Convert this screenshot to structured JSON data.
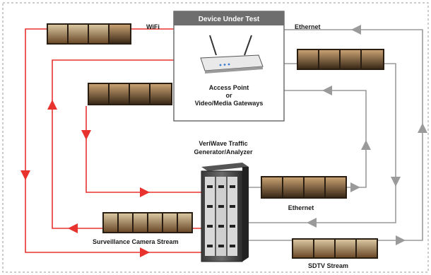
{
  "device_box": {
    "title": "Device Under Test",
    "caption": [
      "Access Point",
      "or",
      "Video/Media Gateways"
    ]
  },
  "generator": {
    "title": [
      "VeriWave Traffic",
      "Generator/Analyzer"
    ]
  },
  "labels": {
    "wifi": "WiFi",
    "ethernet_top": "Ethernet",
    "ethernet_mid": "Ethernet",
    "surveillance": "Surveillance Camera Stream",
    "sdtv": "SDTV Stream"
  },
  "colors": {
    "red_path": "#e8322e",
    "gray_path": "#9a9a9a",
    "device_header": "#6e6e6e",
    "border_dash": "#9a9a9a"
  },
  "icons": {
    "router": "wifi-router-icon",
    "chassis": "traffic-generator-chassis-icon",
    "frames": "video-frame-strip-icon"
  }
}
